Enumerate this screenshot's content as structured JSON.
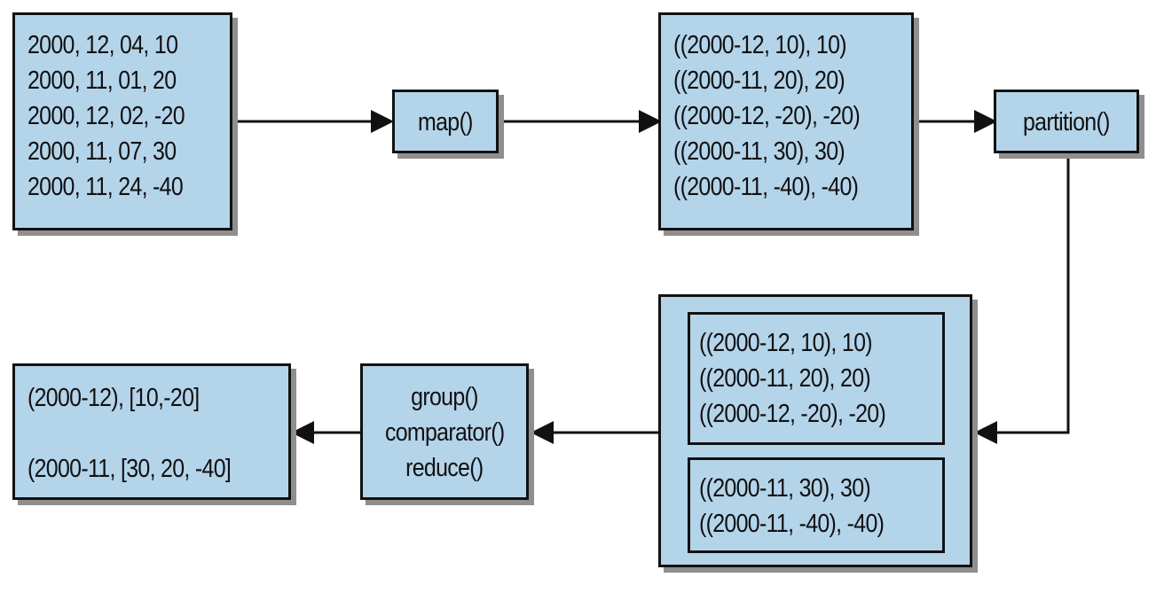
{
  "input_records": [
    "2000, 12, 04, 10",
    "2000, 11, 01, 20",
    "2000, 12, 02, -20",
    "2000, 11, 07, 30",
    "2000, 11, 24, -40"
  ],
  "map_label": "map()",
  "mapped_pairs": [
    "((2000-12, 10), 10)",
    "((2000-11, 20), 20)",
    "((2000-12, -20), -20)",
    "((2000-11, 30), 30)",
    "((2000-11, -40), -40)"
  ],
  "partition_label": "partition()",
  "partitions": [
    [
      "((2000-12, 10), 10)",
      "((2000-11, 20), 20)",
      "((2000-12, -20), -20)"
    ],
    [
      "((2000-11, 30), 30)",
      "((2000-11, -40), -40)"
    ]
  ],
  "reduce_stage": [
    "group()",
    "comparator()",
    "reduce()"
  ],
  "output_records": [
    "(2000-12), [10,-20]",
    "(2000-11, [30, 20, -40]"
  ]
}
